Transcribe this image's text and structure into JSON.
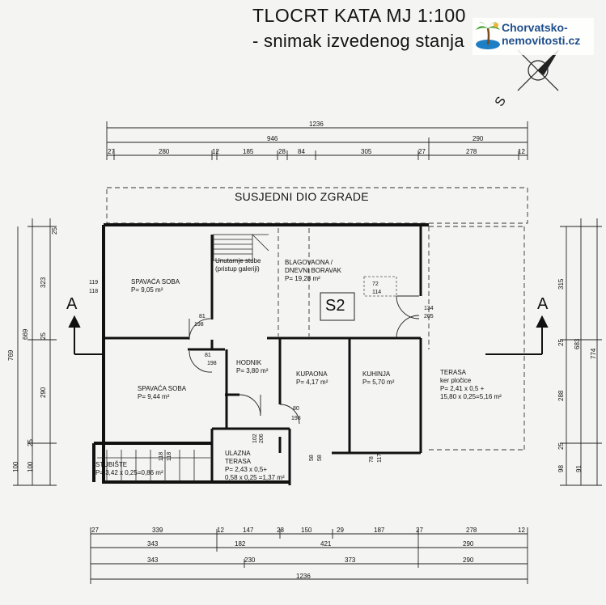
{
  "title": {
    "line1": "TLOCRT KATA  MJ 1:100",
    "line2": "- snimak izvedenog stanja"
  },
  "compass": {
    "label": "S"
  },
  "neighbor_label": "SUSJEDNI DIO ZGRADE",
  "unit_label": "S2",
  "logo": {
    "line1": "Chorvatsko-",
    "line2": "nemovitosti.cz",
    "icon": "palm-tree-icon"
  },
  "section_marks": {
    "left": "A",
    "right": "A"
  },
  "rooms": {
    "bedroom1": {
      "name": "SPAVAĆA SOBA",
      "area": "P= 9,05 m²"
    },
    "bedroom2": {
      "name": "SPAVAĆA SOBA",
      "area": "P= 9,44 m²"
    },
    "stairs": {
      "name": "Unutarnje stube",
      "note": "(pristup galeriji)"
    },
    "living": {
      "name": "BLAGOVAONA /",
      "name2": "DNEVNI BORAVAK",
      "area": "P= 19,28 m²"
    },
    "hall": {
      "name": "HODNIK",
      "area": "P= 3,80 m²"
    },
    "bath": {
      "name": "KUPAONA",
      "area": "P= 4,17 m²"
    },
    "kitchen": {
      "name": "KUHINJA",
      "area": "P= 5,70 m²"
    },
    "terrace": {
      "name": "TERASA",
      "note": "ker pločice",
      "area": "P= 2,41 x 0,5 +",
      "area2": "15,80 x 0,25=5,16 m²"
    },
    "staircase": {
      "name": "STUBIŠTE",
      "area": "P= 3,42 x 0,25=0,86 m²"
    },
    "entry_terrace": {
      "name": "ULAZNA",
      "name2": "TERASA",
      "area": "P= 2,43 x 0,5+",
      "area2": "0,58 x 0,25 =1,37 m²"
    }
  },
  "top_dims": {
    "total": "1236",
    "row2": [
      "946",
      "290"
    ],
    "row3": [
      "27",
      "280",
      "12",
      "185",
      "28",
      "84",
      "305",
      "27",
      "278",
      "12"
    ]
  },
  "bottom_dims": {
    "row1": [
      "27",
      "339",
      "12",
      "147",
      "28",
      "150",
      "29",
      "187",
      "27",
      "278",
      "12"
    ],
    "row2": [
      "343",
      "182",
      "421",
      "290"
    ],
    "row3": [
      "343",
      "230",
      "373",
      "290"
    ],
    "total": "1236"
  },
  "left_dims": [
    "769",
    "669",
    "323",
    "290",
    "25",
    "100",
    "100",
    "25",
    "25"
  ],
  "right_dims": [
    "315",
    "683",
    "774",
    "25",
    "288",
    "25",
    "98",
    "91"
  ],
  "door_dims": [
    "119",
    "118",
    "81",
    "198",
    "81",
    "198",
    "72",
    "114",
    "134",
    "205",
    "80",
    "198",
    "102",
    "206",
    "58",
    "58",
    "78",
    "117",
    "118",
    "118"
  ]
}
